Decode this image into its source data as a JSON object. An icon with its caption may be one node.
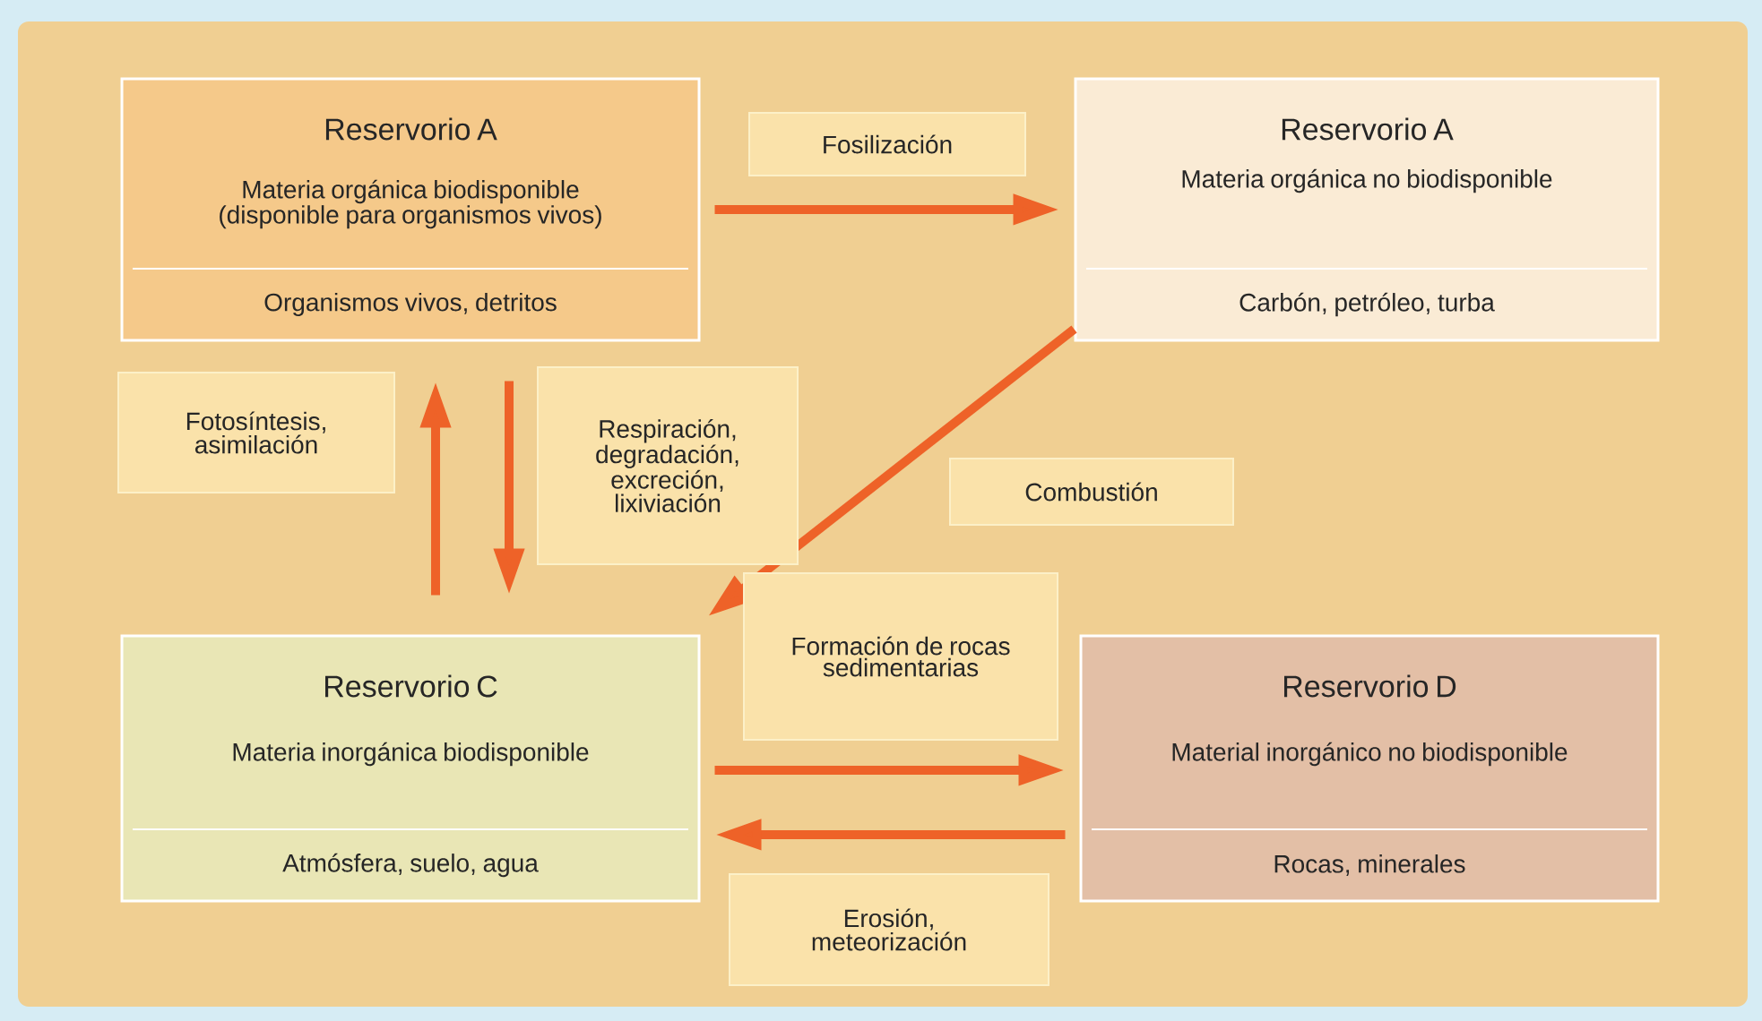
{
  "diagram": {
    "nodes": [
      {
        "text": [
          "Reservorio A",
          "Materia orgánica biodisponible (disponible para organismos vivos)",
          "Organismos vivos, detritos"
        ]
      },
      {
        "text": [
          "Reservorio A",
          "Materia orgánica no biodisponible",
          "Carbón, petróleo, turba"
        ]
      },
      {
        "text": [
          "Reservorio C",
          "Materia inorgánica biodisponible",
          "Atmósfera, suelo, agua"
        ]
      },
      {
        "text": [
          "Reservorio D",
          "Material inorgánico no biodisponible",
          "Rocas, minerales"
        ]
      }
    ],
    "edges": [
      {
        "from": 0,
        "to": 1,
        "arrow": "to",
        "label": "Fosilización"
      },
      {
        "from": 2,
        "to": 0,
        "arrow": "to",
        "label": "Fotosíntesis, asimilación"
      },
      {
        "from": 0,
        "to": 2,
        "arrow": "to",
        "label": "Respiración, degradación, excreción, lixiviación"
      },
      {
        "from": 1,
        "to": 2,
        "arrow": "to",
        "label": "Combustión"
      },
      {
        "from": 2,
        "to": 3,
        "arrow": "to",
        "label": "Formación de rocas sedimentarias"
      },
      {
        "from": 3,
        "to": 2,
        "arrow": "to",
        "label": "Erosión, meteorización"
      }
    ]
  }
}
